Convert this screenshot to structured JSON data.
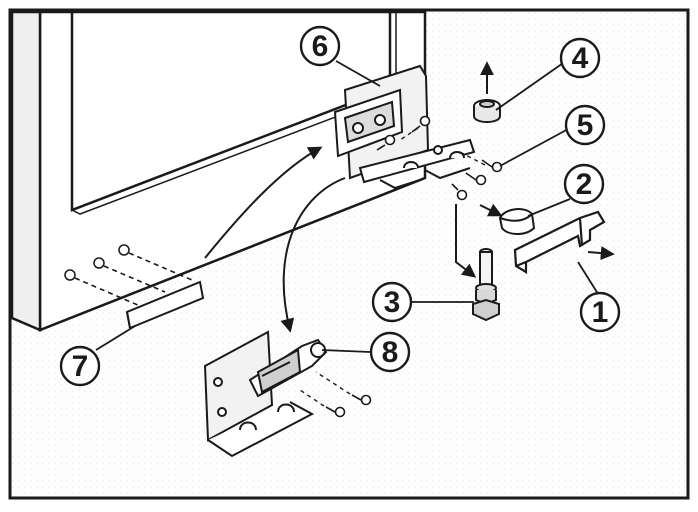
{
  "figure": {
    "callouts": [
      {
        "id": "c1",
        "label": "1"
      },
      {
        "id": "c2",
        "label": "2"
      },
      {
        "id": "c3",
        "label": "3"
      },
      {
        "id": "c4",
        "label": "4"
      },
      {
        "id": "c5",
        "label": "5"
      },
      {
        "id": "c6",
        "label": "6"
      },
      {
        "id": "c7",
        "label": "7"
      },
      {
        "id": "c8",
        "label": "8"
      }
    ],
    "colors": {
      "line": "#1a1a1a",
      "paper": "#ffffff",
      "shade": "#e4e4e4",
      "metal": "#f2f2f2"
    }
  }
}
